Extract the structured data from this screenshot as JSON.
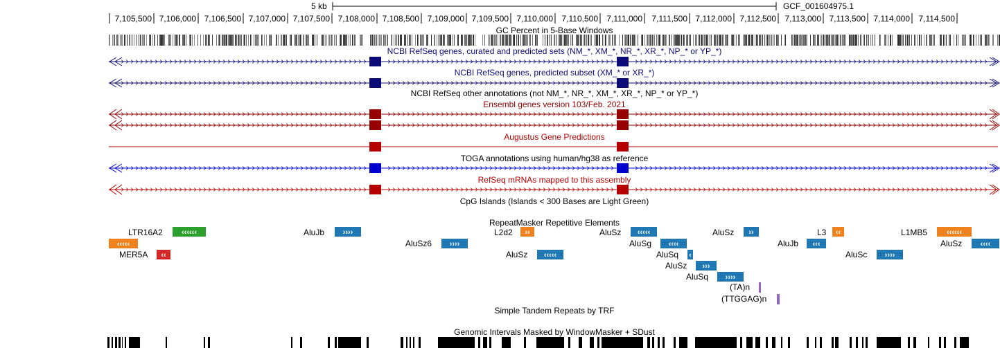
{
  "ruler": {
    "scale_label": "5 kb",
    "assembly_label": "GCF_001604975.1",
    "ticks": [
      "7,105,500",
      "7,106,000",
      "7,106,500",
      "7,107,000",
      "7,107,500",
      "7,108,000",
      "7,108,500",
      "7,109,000",
      "7,109,500",
      "7,110,000",
      "7,110,500",
      "7,111,000",
      "7,111,500",
      "7,112,000",
      "7,112,500",
      "7,113,000",
      "7,113,500",
      "7,114,000",
      "7,114,500"
    ]
  },
  "tracks": {
    "gc_percent": "GC Percent in 5-Base Windows",
    "refseq_all": "NCBI RefSeq genes, curated and predicted sets (NM_*, XM_*, NR_*, XR_*, NP_* or YP_*)",
    "refseq_predicted": "NCBI RefSeq genes, predicted subset (XM_* or XR_*)",
    "refseq_other": "NCBI RefSeq other annotations (not NM_*, NR_*, XM_*, XR_*, NP_* or YP_*)",
    "ensembl": "Ensembl genes version 103/Feb. 2021",
    "augustus": "Augustus Gene Predictions",
    "toga": "TOGA annotations using human/hg38 as reference",
    "refseq_mrna": "RefSeq mRNAs mapped to this assembly",
    "cpg": "CpG Islands (Islands < 300 Bases are Light Green)",
    "repeatmasker": "RepeatMasker Repetitive Elements",
    "simple_repeats": "Simple Tandem Repeats by TRF",
    "windowmasker": "Genomic Intervals Masked by WindowMasker + SDust"
  },
  "colors": {
    "refseq": "#0c0c78",
    "ensembl": "#960000",
    "augustus": "#b40000",
    "toga": "#0000cc",
    "rm_line": "#f0821e",
    "rm_sine": "#1f77b4",
    "rm_ltr": "#2ca02c",
    "rm_dna": "#d62728",
    "rm_simple": "#9467bd"
  },
  "repeats": [
    {
      "label": "LTR16A2",
      "class": "ltr",
      "glyph": "‹‹‹‹‹‹"
    },
    {
      "label": "",
      "class": "line",
      "glyph": "‹‹‹‹‹"
    },
    {
      "label": "MER5A",
      "class": "dna",
      "glyph": "‹‹"
    },
    {
      "label": "AluJb",
      "class": "sine",
      "glyph": "››››"
    },
    {
      "label": "AluSz6",
      "class": "sine",
      "glyph": "››››"
    },
    {
      "label": "L2d2",
      "class": "line",
      "glyph": "››"
    },
    {
      "label": "AluSz",
      "class": "sine",
      "glyph": "‹‹‹‹‹"
    },
    {
      "label": "AluSz",
      "class": "sine",
      "glyph": "‹‹‹‹‹"
    },
    {
      "label": "AluSg",
      "class": "sine",
      "glyph": "‹‹‹‹"
    },
    {
      "label": "AluSq",
      "class": "sine",
      "glyph": "‹"
    },
    {
      "label": "AluSz",
      "class": "sine",
      "glyph": "›››"
    },
    {
      "label": "AluSq",
      "class": "sine",
      "glyph": "››››"
    },
    {
      "label": "(TA)n",
      "class": "simple",
      "glyph": ""
    },
    {
      "label": "(TTGGAG)n",
      "class": "simple",
      "glyph": ""
    },
    {
      "label": "AluSz",
      "class": "sine",
      "glyph": "››"
    },
    {
      "label": "AluJb",
      "class": "sine",
      "glyph": "‹‹‹"
    },
    {
      "label": "L3",
      "class": "line",
      "glyph": "‹‹"
    },
    {
      "label": "AluSc",
      "class": "sine",
      "glyph": "››››"
    },
    {
      "label": "L1MB5",
      "class": "line",
      "glyph": "‹‹‹‹‹‹"
    },
    {
      "label": "AluSz",
      "class": "sine",
      "glyph": "‹‹‹‹"
    }
  ]
}
